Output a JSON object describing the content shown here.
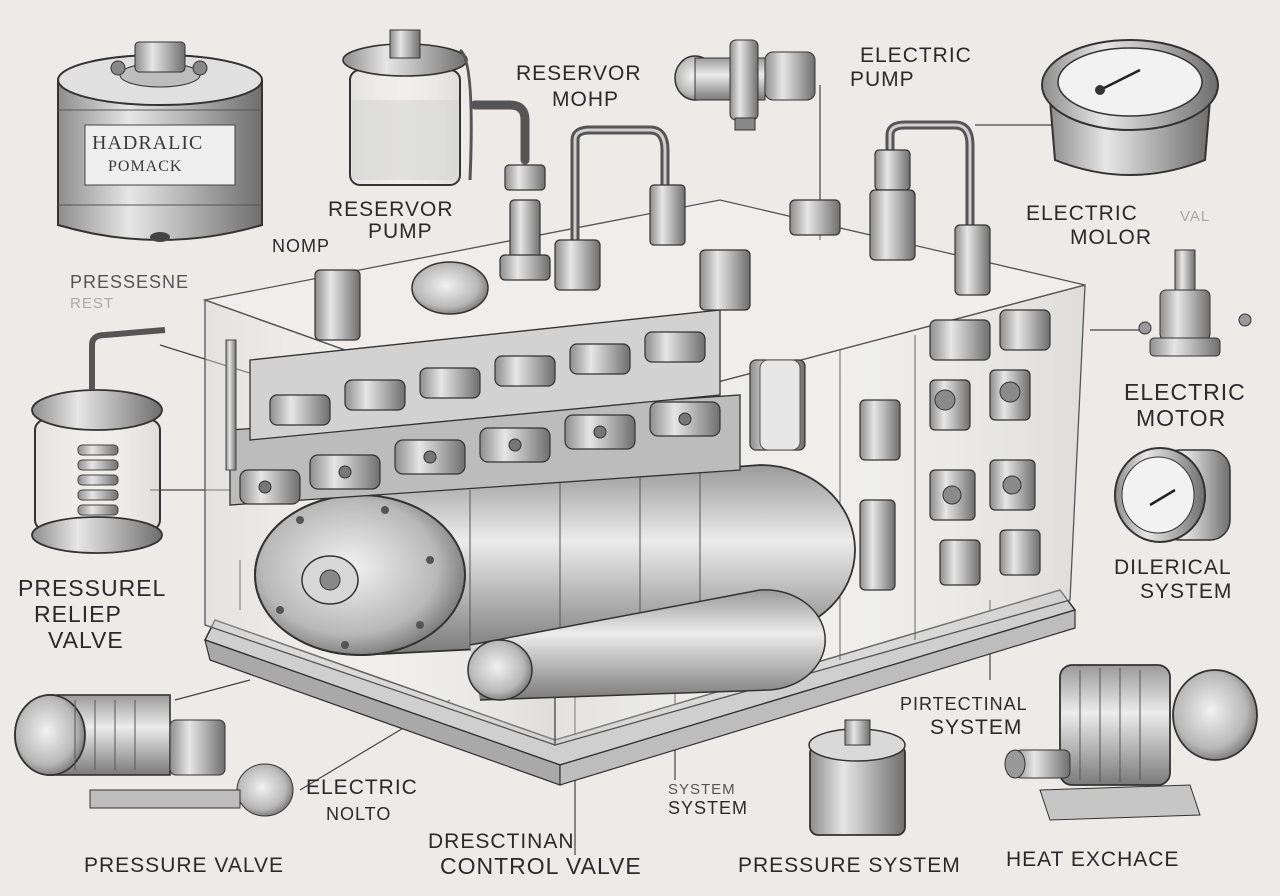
{
  "labels": {
    "reservoir_mohp": [
      "RESERVOR",
      "MOHP"
    ],
    "electric_pump": [
      "ELECTRIC",
      "PUMP"
    ],
    "reservor_pump": [
      "RESERVOR",
      "PUMP"
    ],
    "nomp": "NOMP",
    "pressure_tank": [
      "PRESSESNE",
      "REST"
    ],
    "electric_molor": [
      "ELECTRIC",
      "MOLOR"
    ],
    "electric_molor_fragment": "VAL",
    "electric_motor": [
      "ELECTRIC",
      "MOTOR"
    ],
    "dilerical_system": [
      "DILERICAL",
      "SYSTEM"
    ],
    "pressure_relief_valve": [
      "PRESSUREL",
      "RELIEP",
      "VALVE"
    ],
    "pirtectinal_system": [
      "PIRTECTINAL",
      "SYSTEM"
    ],
    "electric_nolto": [
      "ELECTRIC",
      "NOLTO"
    ],
    "directional_control_valve": [
      "DRESCTINAN",
      "CONTROL VALVE"
    ],
    "system_small": [
      "SYSTEM",
      "SYSTEM"
    ],
    "pressure_valve": "PRESSURE VALVE",
    "pressure_system": "PRESSURE SYSTEM",
    "heat_exchange": "HEAT EXCHACE"
  },
  "tank_label": [
    "HADRALIC",
    "POMACK"
  ]
}
